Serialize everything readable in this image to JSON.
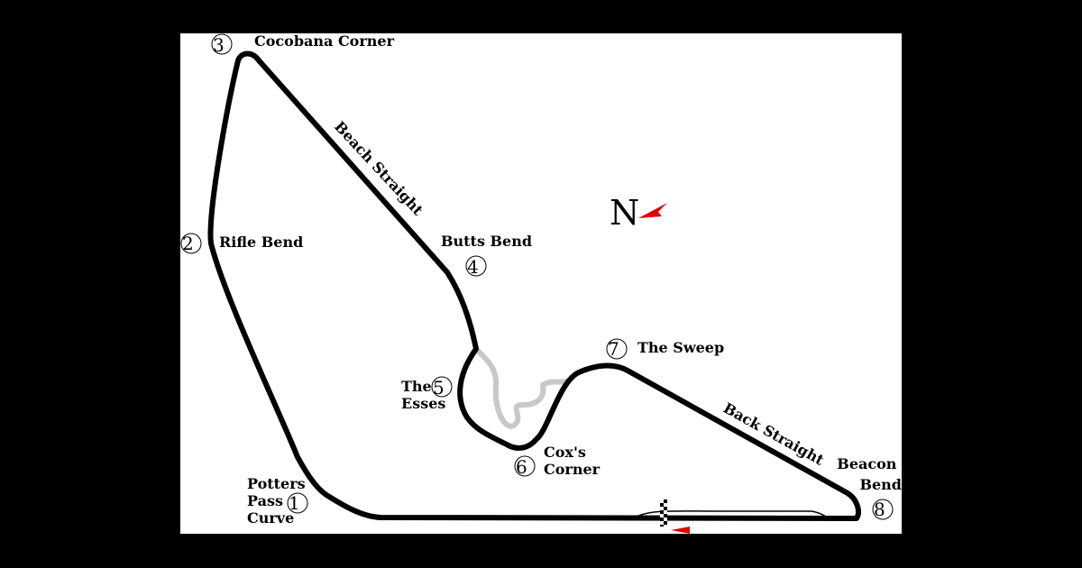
{
  "compass": {
    "label": "N"
  },
  "colors": {
    "track": "#000000",
    "old_track": "#c8c8c8",
    "arrow": "#e10000",
    "background": "#ffffff"
  },
  "corners": [
    {
      "num": "1",
      "lines": [
        "Potters",
        "Pass",
        "Curve"
      ]
    },
    {
      "num": "2",
      "lines": [
        "Rifle Bend"
      ]
    },
    {
      "num": "3",
      "lines": [
        "Cocobana Corner"
      ]
    },
    {
      "num": "4",
      "lines": [
        "Butts Bend"
      ]
    },
    {
      "num": "5",
      "lines": [
        "The",
        "Esses"
      ]
    },
    {
      "num": "6",
      "lines": [
        "Cox's",
        "Corner"
      ]
    },
    {
      "num": "7",
      "lines": [
        "The Sweep"
      ]
    },
    {
      "num": "8",
      "lines": [
        "Beacon",
        "Bend"
      ]
    }
  ],
  "straights": [
    "Beach Straight",
    "Back Straight"
  ]
}
